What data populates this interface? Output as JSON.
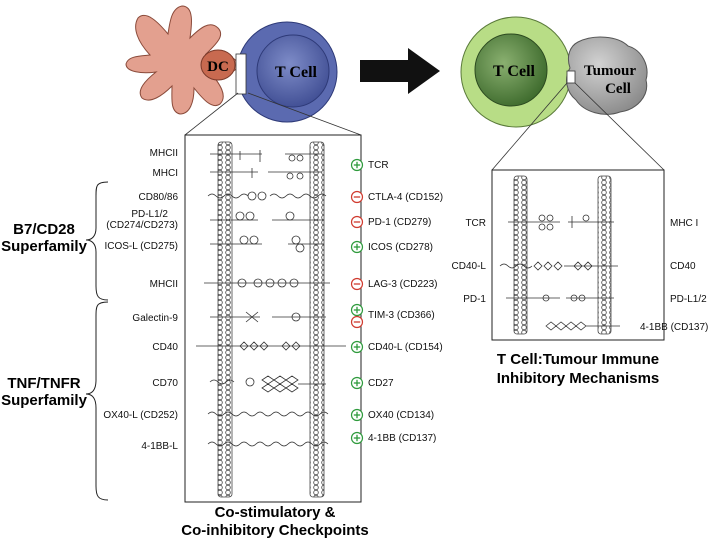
{
  "cells": {
    "dc": "DC",
    "t_cell_left": "T Cell",
    "t_cell_right": "T Cell",
    "tumour_line1": "Tumour",
    "tumour_line2": "Cell"
  },
  "colors": {
    "dc_fill": "#e3a08f",
    "dc_nucleus": "#c86a50",
    "tcell_left_fill": "#4f5fa8",
    "tcell_right_outer": "#b8dd86",
    "tcell_right_inner": "#4f7a3a",
    "tumour_fill": "#a8a8a8",
    "costim_green": "#2e9a3c",
    "coinhib_red": "#d03a2e"
  },
  "superfamilies": {
    "b7_line1": "B7/CD28",
    "b7_line2": "Superfamily",
    "tnf_line1": "TNF/TNFR",
    "tnf_line2": "Superfamily"
  },
  "left_ligands": [
    "MHCII",
    "MHCI",
    "CD80/86",
    "PD-L1/2",
    "(CD274/CD273)",
    "ICOS-L (CD275)",
    "MHCII",
    "Galectin-9",
    "CD40",
    "CD70",
    "OX40-L (CD252)",
    "4-1BB-L"
  ],
  "right_receptors": [
    "TCR",
    "CTLA-4 (CD152)",
    "PD-1 (CD279)",
    "ICOS (CD278)",
    "LAG-3 (CD223)",
    "TIM-3 (CD366)",
    "CD40-L (CD154)",
    "CD27",
    "OX40 (CD134)",
    "4-1BB (CD137)"
  ],
  "signals": [
    "+",
    "−",
    "−",
    "+",
    "−",
    "+/−",
    "+",
    "+",
    "+",
    "+"
  ],
  "panel_caption": {
    "line1": "Co-stimulatory &",
    "line2": "Co-inhibitory Checkpoints"
  },
  "tumour_panel": {
    "left_labels": [
      "TCR",
      "CD40-L",
      "PD-1"
    ],
    "right_labels": [
      "MHC I",
      "CD40",
      "PD-L1/2",
      "4-1BB (CD137)"
    ],
    "caption_line1": "T Cell:Tumour Immune",
    "caption_line2": "Inhibitory Mechanisms"
  }
}
